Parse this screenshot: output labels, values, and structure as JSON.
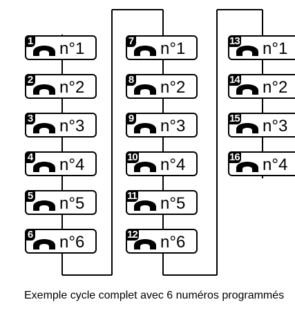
{
  "cycles": [
    {
      "items": [
        {
          "number": "1",
          "label": "n°1"
        },
        {
          "number": "2",
          "label": "n°2"
        },
        {
          "number": "3",
          "label": "n°3"
        },
        {
          "number": "4",
          "label": "n°4"
        },
        {
          "number": "5",
          "label": "n°5"
        },
        {
          "number": "6",
          "label": "n°6"
        }
      ]
    },
    {
      "items": [
        {
          "number": "7",
          "label": "n°1"
        },
        {
          "number": "8",
          "label": "n°2"
        },
        {
          "number": "9",
          "label": "n°3"
        },
        {
          "number": "10",
          "label": "n°4"
        },
        {
          "number": "11",
          "label": "n°5"
        },
        {
          "number": "12",
          "label": "n°6"
        }
      ]
    },
    {
      "items": [
        {
          "number": "13",
          "label": "n°1"
        },
        {
          "number": "14",
          "label": "n°2"
        },
        {
          "number": "15",
          "label": "n°3"
        },
        {
          "number": "16",
          "label": "n°4"
        }
      ]
    }
  ],
  "caption": "Exemple cycle complet avec 6 numéros programmés",
  "icon": "phone-handset-icon",
  "colors": {
    "ink": "#000000",
    "background": "#ffffff"
  }
}
